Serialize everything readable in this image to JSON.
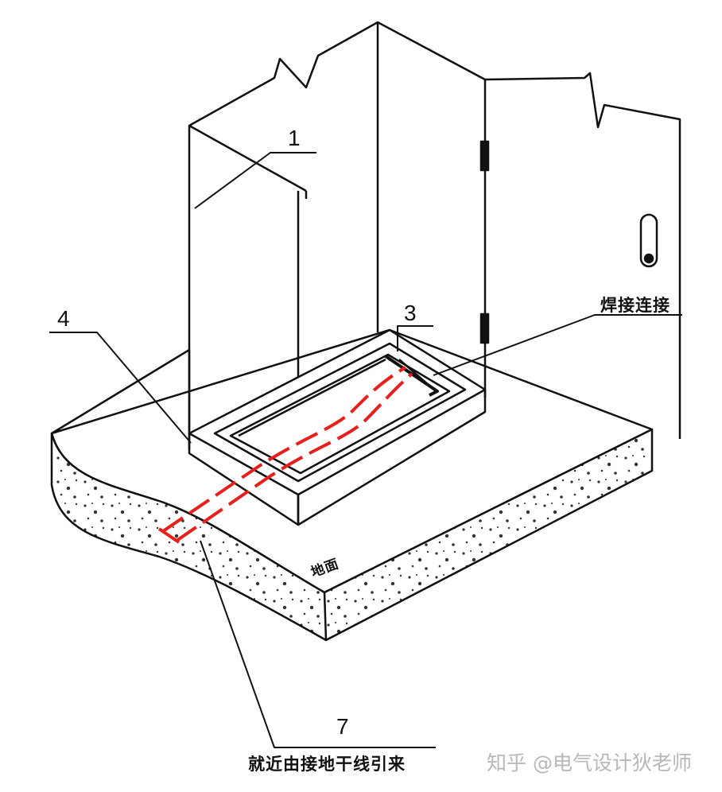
{
  "labels": {
    "callout_1": "1",
    "callout_3": "3",
    "callout_4": "4",
    "callout_7": "7",
    "welded_connection": "焊接连接",
    "ground_surface": "地面",
    "grounding_source": "就近由接地干线引来"
  },
  "watermark": "知乎 @电气设计狄老师",
  "colors": {
    "line": "#111111",
    "grounding_conductor": "#e8201c",
    "concrete_speckle": "#333333"
  }
}
